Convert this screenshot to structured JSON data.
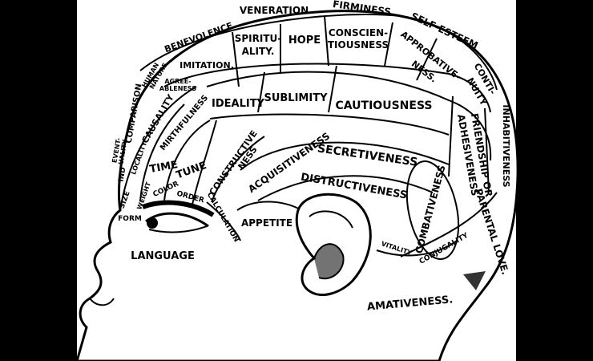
{
  "image": {
    "subject": "phrenology-head-chart",
    "colors": {
      "background": "#000000",
      "paper": "#ffffff",
      "ink": "#000000"
    }
  },
  "regions": {
    "veneration": "VENERATION",
    "firmness": "FIRMINESS",
    "benevolence": "BENEVOLENCE",
    "spirituality_1": "SPIRITU-",
    "spirituality_2": "ALITY.",
    "hope": "HOPE",
    "conscientiousness_1": "CONSCIEN-",
    "conscientiousness_2": "TIOUSNESS",
    "self_esteem": "SELF-ESTEEM",
    "approbativeness_1": "APPROBATIVE-",
    "approbativeness_2": "NESS.",
    "continuity_1": "CONTI-",
    "continuity_2": "NUITY",
    "human_nature_1": "HUMAN",
    "human_nature_2": "NATURE",
    "imitation": "IMITATION.",
    "agreeableness_1": "AGREE-",
    "agreeableness_2": "ABLENESS",
    "ideality": "IDEALITY",
    "sublimity": "SUBLIMITY",
    "cautiousness": "CAUTIOUSNESS",
    "comparison": "COMPARISON",
    "causality": "CAUSALITY",
    "mirthfulness": "MIRTHFULNESS",
    "inhabitiveness": "INHABITIVENESS",
    "friendship_1": "FRIENDSHIP OR",
    "friendship_2": "ADHESIVENESS",
    "eventuality_1": "EVENT-",
    "eventuality_2": "UALITY",
    "locality": "LOCALITY",
    "individuality": "IND",
    "time": "TIME",
    "tune": "TUNE",
    "constructiveness_1": "CONSTRUCTIVE",
    "constructiveness_2": "NESS",
    "acquisitiveness": "ACQUISITIVENESS",
    "secretiveness": "SECRETIVENESS",
    "destructiveness": "DISTRUCTIVENESS",
    "size": "SIZE",
    "weight": "WEIGHT",
    "color": "COLOR",
    "order": "ORDER",
    "calculation": "CALCULATION",
    "form": "FORM",
    "appetite": "APPETITE",
    "combativeness": "COMBATIVENESS",
    "parental_love": "PARENTAL LOVE.",
    "vitality": "VITALITY",
    "conjugality": "CONJUGALITY",
    "language": "LANGUAGE",
    "amativeness": "AMATIVENESS."
  }
}
